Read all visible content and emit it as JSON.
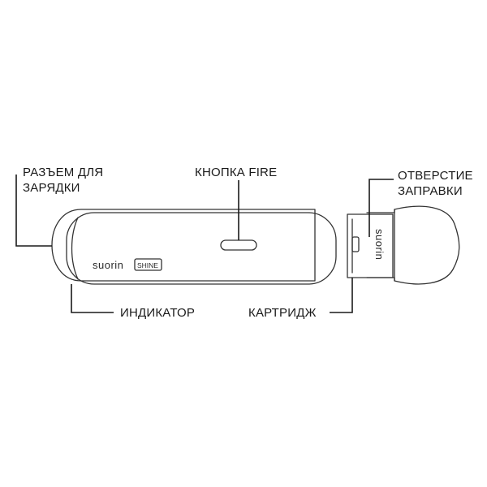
{
  "labels": {
    "charging_port_line1": "РАЗЪЕМ ДЛЯ",
    "charging_port_line2": "ЗАРЯДКИ",
    "fire_button": "КНОПКА FIRE",
    "fill_hole_line1": "ОТВЕРСТИЕ",
    "fill_hole_line2": "ЗАПРАВКИ",
    "indicator": "ИНДИКАТОР",
    "cartridge": "КАРТРИДЖ"
  },
  "device": {
    "brand": "suorin",
    "model_badge": "SHINE"
  },
  "cartridge": {
    "brand_vertical": "suorin"
  },
  "colors": {
    "line": "#1a1a1a",
    "outline": "#333333",
    "background": "#ffffff"
  }
}
